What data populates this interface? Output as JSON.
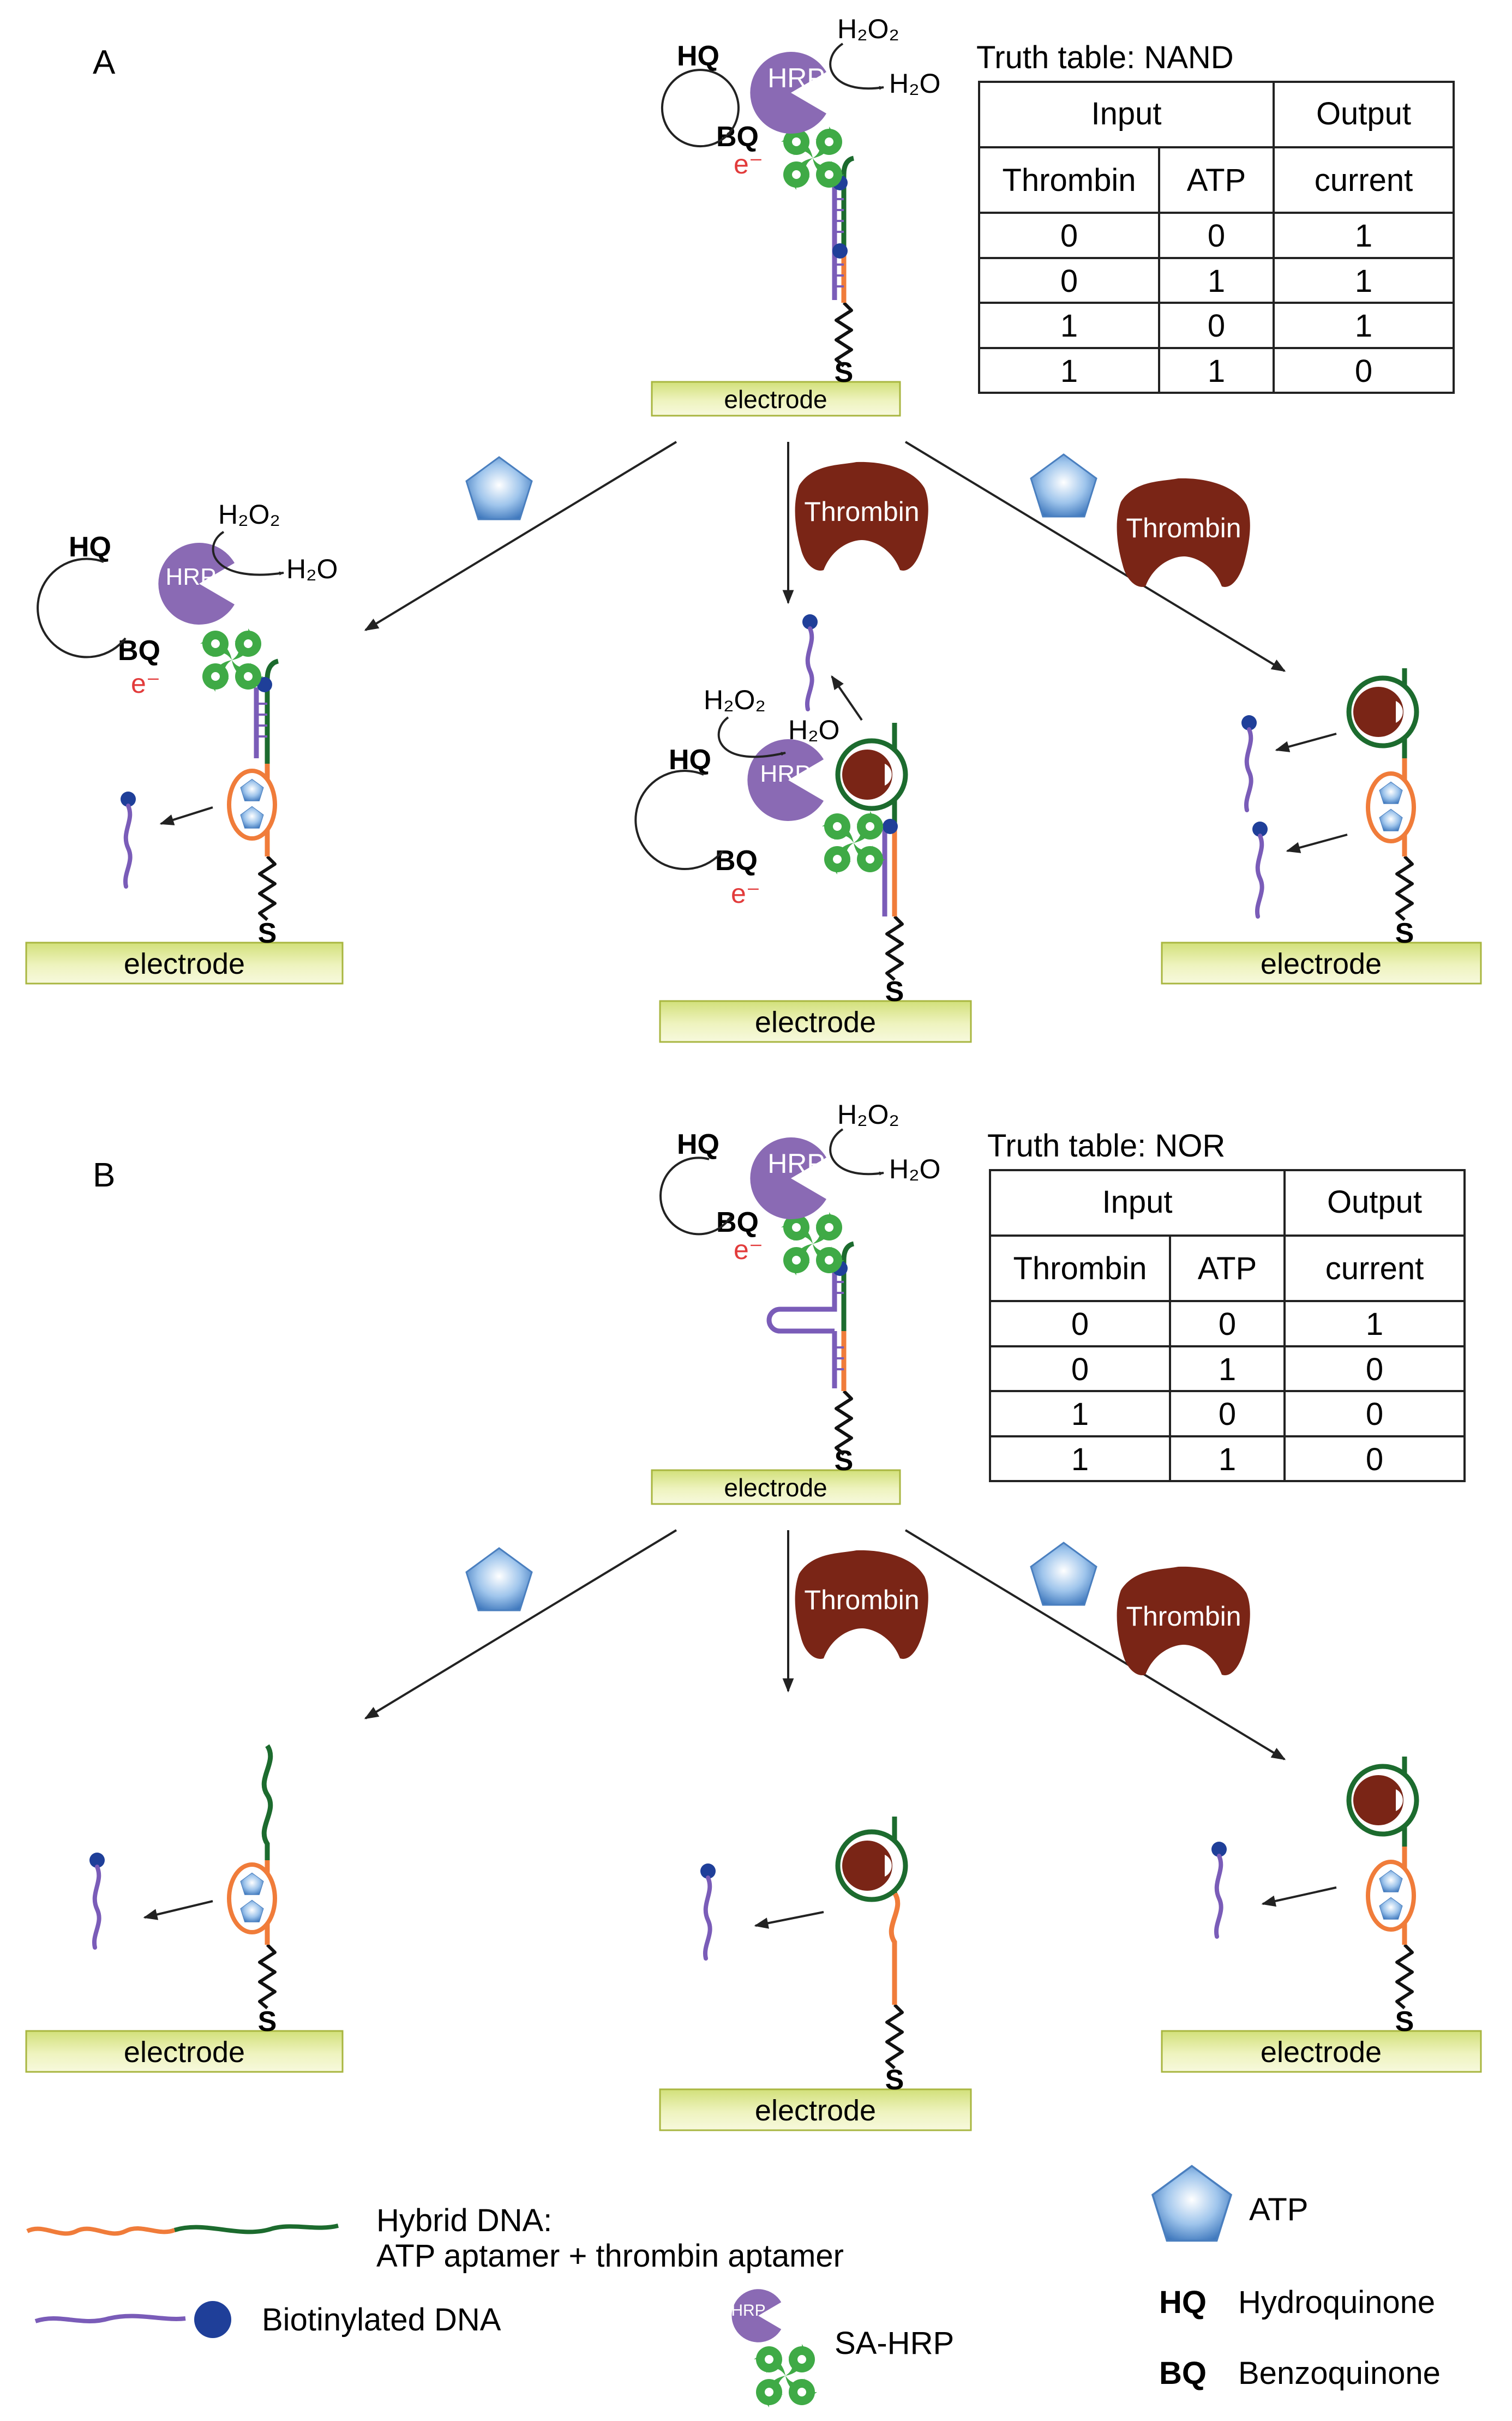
{
  "panels": [
    {
      "label": "A",
      "truth_table": {
        "title": "Truth table: NAND",
        "group_input": "Input",
        "group_output": "Output",
        "headers": [
          "Thrombin",
          "ATP",
          "current"
        ],
        "rows": [
          [
            "0",
            "0",
            "1"
          ],
          [
            "0",
            "1",
            "1"
          ],
          [
            "1",
            "0",
            "1"
          ],
          [
            "1",
            "1",
            "0"
          ]
        ]
      }
    },
    {
      "label": "B",
      "truth_table": {
        "title": "Truth table: NOR",
        "group_input": "Input",
        "group_output": "Output",
        "headers": [
          "Thrombin",
          "ATP",
          "current"
        ],
        "rows": [
          [
            "0",
            "0",
            "1"
          ],
          [
            "0",
            "1",
            "0"
          ],
          [
            "1",
            "0",
            "0"
          ],
          [
            "1",
            "1",
            "0"
          ]
        ]
      }
    }
  ],
  "labels": {
    "electrode": "electrode",
    "thrombin": "Thrombin",
    "hrp": "HRP",
    "hq": "HQ",
    "bq": "BQ",
    "h2o2": "H₂O₂",
    "h2o": "H₂O",
    "electron": "e⁻",
    "sulfur": "S"
  },
  "legend": {
    "hybrid_line1": "Hybrid DNA:",
    "hybrid_line2": "ATP aptamer + thrombin aptamer",
    "biotin": "Biotinylated  DNA",
    "sahrp": "SA-HRP",
    "atp": "ATP",
    "hq_abbr": "HQ",
    "hq_name": "Hydroquinone",
    "bq_abbr": "BQ",
    "bq_name": "Benzoquinone"
  },
  "colors": {
    "orange_dna": "#f07c3a",
    "green_dna": "#1c6b2e",
    "purple_dna": "#7a5cb8",
    "biotin": "#1f3f99",
    "hrp": "#8a6ab4",
    "streptavidin": "#3faa46",
    "thrombin": "#7a2516",
    "atp": "#5d97cf",
    "electron_red": "#e23b3b"
  }
}
